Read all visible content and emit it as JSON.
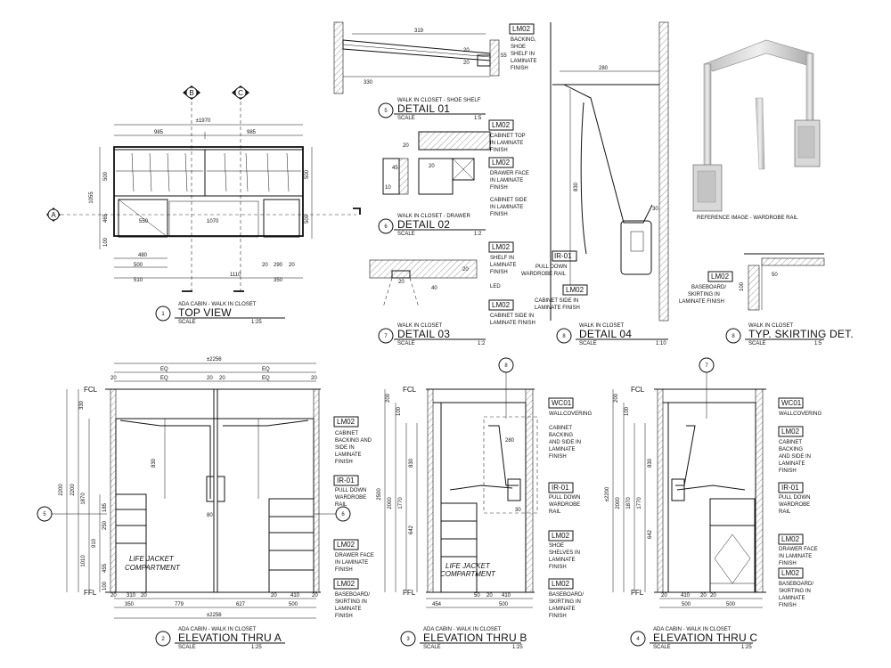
{
  "top_view": {
    "title": "TOP VIEW",
    "subtitle": "ADA CABIN - WALK IN CLOSET",
    "num": "1",
    "scale_label": "SCALE",
    "scale": "1:25",
    "dims": [
      "±1970",
      "985",
      "985",
      "1055",
      "500",
      "465",
      "100",
      "500",
      "500",
      "550",
      "1070",
      "480",
      "500",
      "510",
      "1110",
      "20",
      "290",
      "20",
      "350"
    ],
    "markers": [
      "A",
      "B",
      "C"
    ]
  },
  "detail01": {
    "title": "DETAIL 01",
    "subtitle": "WALK IN CLOSET - SHOE SHELF",
    "num": "5",
    "scale_label": "SCALE",
    "scale": "1:5",
    "dims": [
      "319",
      "330",
      "20",
      "20",
      "55"
    ],
    "tags": [
      {
        "code": "LM02",
        "note": [
          "BACKING,",
          "SHOE",
          "SHELF IN",
          "LAMINATE",
          "FINISH"
        ]
      }
    ]
  },
  "detail02": {
    "title": "DETAIL 02",
    "subtitle": "WALK IN CLOSET - DRAWER",
    "num": "6",
    "scale_label": "SCALE",
    "scale": "1:2",
    "dims": [
      "20",
      "20",
      "45",
      "10"
    ],
    "tags": [
      {
        "code": "LM02",
        "note": [
          "CABINET TOP",
          "IN LAMINATE",
          "FINISH"
        ]
      },
      {
        "code": "LM02",
        "note": [
          "DRAWER FACE",
          "IN LAMINATE",
          "FINISH"
        ]
      },
      {
        "code": "",
        "note": [
          "CABINET SIDE",
          "IN LAMINATE",
          "FINISH"
        ]
      }
    ]
  },
  "detail03": {
    "title": "DETAIL 03",
    "subtitle": "WALK IN CLOSET",
    "num": "7",
    "scale_label": "SCALE",
    "scale": "1:2",
    "dims": [
      "20",
      "20",
      "40"
    ],
    "tags": [
      {
        "code": "LM02",
        "note": [
          "SHELF IN",
          "LAMINATE",
          "FINISH"
        ]
      },
      {
        "code": "",
        "note": [
          "LED"
        ]
      },
      {
        "code": "LM02",
        "note": [
          "CABINET SIDE IN",
          "LAMINATE FINISH"
        ]
      }
    ]
  },
  "detail04": {
    "title": "DETAIL 04",
    "subtitle": "WALK IN CLOSET",
    "num": "8",
    "scale_label": "SCALE",
    "scale": "1:10",
    "dims": [
      "280",
      "830",
      "30"
    ],
    "tags": [
      {
        "code": "IR-01",
        "note": [
          "PULL DOWN",
          "WARDROBE RAIL"
        ]
      },
      {
        "code": "LM02",
        "note": [
          "CABINET SIDE IN",
          "LAMINATE FINISH"
        ]
      }
    ]
  },
  "reference": {
    "caption": "REFERENCE IMAGE - WARDROBE RAIL"
  },
  "skirting": {
    "title": "TYP. SKIRTING DET.",
    "subtitle": "WALK IN CLOSET",
    "num": "8",
    "scale_label": "SCALE",
    "scale": "1:5",
    "dims": [
      "50",
      "100"
    ],
    "tags": [
      {
        "code": "LM02",
        "note": [
          "BASEBOARD/",
          "SKIRTING IN",
          "LAMINATE FINISH"
        ]
      }
    ]
  },
  "elev_a": {
    "title": "ELEVATION THRU A",
    "subtitle": "ADA CABIN - WALK IN CLOSET",
    "num": "2",
    "scale_label": "SCALE",
    "scale": "1:25",
    "top_dims": [
      "±2256",
      "EQ",
      "EQ",
      "20",
      "EQ",
      "20",
      "EQ",
      "20",
      "20"
    ],
    "left_dims": [
      "FCL",
      "330",
      "2200",
      "2200",
      "1870",
      "1010",
      "910",
      "455",
      "250",
      "185",
      "100",
      "FFL"
    ],
    "bottom_dims": [
      "20",
      "310",
      "20",
      "20",
      "410",
      "20",
      "350",
      "779",
      "627",
      "500",
      "±2256"
    ],
    "inner_dims": [
      "830",
      "80"
    ],
    "tags": [
      {
        "code": "LM02",
        "note": [
          "CABINET",
          "BACKING AND",
          "SIDE IN",
          "LAMINATE",
          "FINISH"
        ]
      },
      {
        "code": "IR-01",
        "note": [
          "PULL DOWN",
          "WARDROBE",
          "RAIL"
        ]
      },
      {
        "code": "LM02",
        "note": [
          "DRAWER FACE",
          "IN LAMINATE",
          "FINISH"
        ]
      },
      {
        "code": "LM02",
        "note": [
          "BASEBOARD/",
          "SKIRTING IN",
          "LAMINATE",
          "FINISH"
        ]
      }
    ],
    "label": [
      "LIFE JACKET",
      "COMPARTMENT"
    ],
    "callouts": [
      "5",
      "6"
    ]
  },
  "elev_b": {
    "title": "ELEVATION THRU B",
    "subtitle": "ADA CABIN - WALK IN CLOSET",
    "num": "3",
    "scale_label": "SCALE",
    "scale": "1:25",
    "left_dims": [
      "FCL",
      "200",
      "100",
      "2500",
      "2000",
      "1770",
      "830",
      "642",
      "FFL"
    ],
    "bottom_dims": [
      "50",
      "20",
      "410",
      "454",
      "500"
    ],
    "inner_dims": [
      "280",
      "30"
    ],
    "tags": [
      {
        "code": "WC01",
        "note": [
          "WALLCOVERING"
        ]
      },
      {
        "code": "",
        "note": [
          "CABINET",
          "BACKING",
          "AND SIDE IN",
          "LAMINATE",
          "FINISH"
        ]
      },
      {
        "code": "IR-01",
        "note": [
          "PULL DOWN",
          "WARDROBE",
          "RAIL"
        ]
      },
      {
        "code": "LM02",
        "note": [
          "SHOE",
          "SHELVES IN",
          "LAMINATE",
          "FINISH"
        ]
      },
      {
        "code": "LM02",
        "note": [
          "BASEBOARD/",
          "SKIRTING IN",
          "LAMINATE",
          "FINISH"
        ]
      }
    ],
    "label": [
      "LIFE JACKET",
      "COMPARTMENT"
    ],
    "callouts": [
      "8"
    ]
  },
  "elev_c": {
    "title": "ELEVATION THRU C",
    "subtitle": "ADA CABIN - WALK IN CLOSET",
    "num": "4",
    "scale_label": "SCALE",
    "scale": "1:25",
    "left_dims": [
      "FCL",
      "200",
      "100",
      "±2200",
      "2000",
      "1870",
      "1770",
      "830",
      "642",
      "FFL"
    ],
    "bottom_dims": [
      "20",
      "410",
      "20",
      "20",
      "500",
      "500"
    ],
    "tags": [
      {
        "code": "WC01",
        "note": [
          "WALLCOVERING"
        ]
      },
      {
        "code": "LM02",
        "note": [
          "CABINET",
          "BACKING",
          "AND SIDE IN",
          "LAMINATE",
          "FINISH"
        ]
      },
      {
        "code": "IR-01",
        "note": [
          "PULL DOWN",
          "WARDROBE",
          "RAIL"
        ]
      },
      {
        "code": "LM02",
        "note": [
          "DRAWER FACE",
          "IN LAMINATE",
          "FINISH"
        ]
      },
      {
        "code": "LM02",
        "note": [
          "BASEBOARD/",
          "SKIRTING IN",
          "LAMINATE",
          "FINISH"
        ]
      }
    ],
    "callouts": [
      "7"
    ]
  }
}
